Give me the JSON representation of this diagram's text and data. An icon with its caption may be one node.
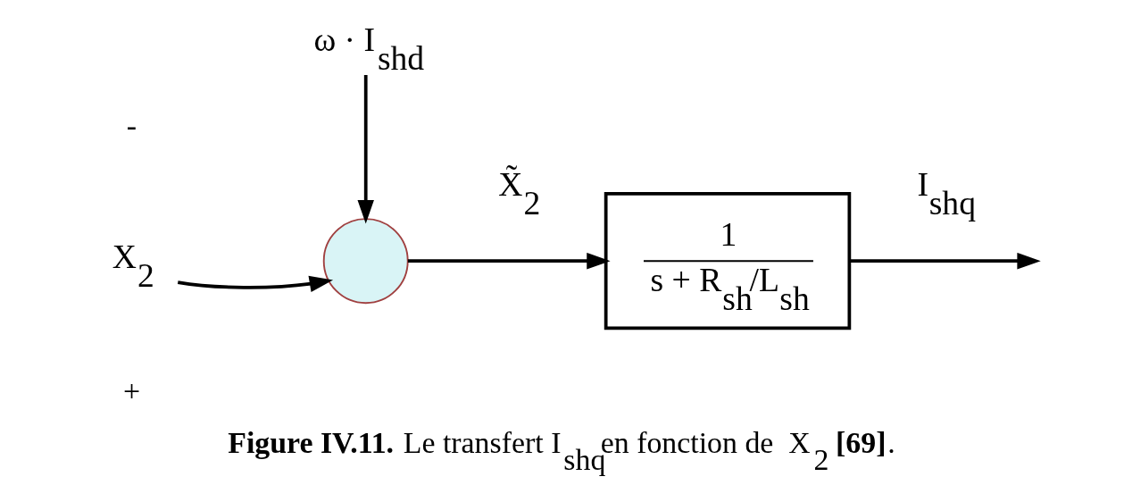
{
  "diagram": {
    "caption": "**Figure IV.11.** Le transfert I$_{shq}$en fonction de  X$_{2}$ **[69]**.",
    "nodes": [
      {
        "text": [
          "X$_{2}$"
        ]
      },
      {
        "text": [
          "ω · I$_{shd}$"
        ]
      },
      {
        "text": [],
        "shape": "circle"
      },
      {
        "text": [
          "1",
          "s + R$_{sh}$/L$_{sh}$"
        ]
      }
    ],
    "edges": [
      {
        "from": 0,
        "to": 2,
        "arrow": "to"
      },
      {
        "from": 1,
        "to": 2,
        "arrow": "to"
      },
      {
        "from": 2,
        "to": 3,
        "arrow": "to",
        "label": "X̃$_{2}$"
      },
      {
        "from": 3,
        "to": null,
        "arrow": "to",
        "label": "I$_{shq}$"
      }
    ],
    "labels": [
      "+",
      "-"
    ]
  }
}
